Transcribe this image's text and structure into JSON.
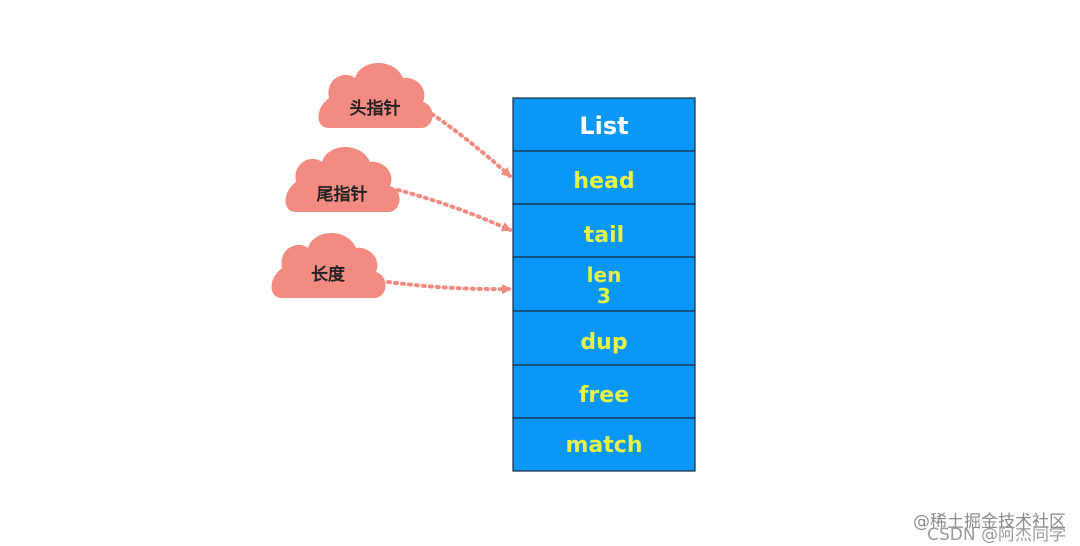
{
  "clouds": [
    {
      "label": "头指针"
    },
    {
      "label": "尾指针"
    },
    {
      "label": "长度"
    }
  ],
  "list": {
    "header": "List",
    "fields": [
      {
        "lines": [
          "head"
        ]
      },
      {
        "lines": [
          "tail"
        ]
      },
      {
        "lines": [
          "len",
          "3"
        ]
      },
      {
        "lines": [
          "dup"
        ]
      },
      {
        "lines": [
          "free"
        ]
      },
      {
        "lines": [
          "match"
        ]
      }
    ]
  },
  "watermark": {
    "top": "@稀土掘金技术社区",
    "bottom": "CSDN @阿杰同学"
  },
  "colors": {
    "cell_fill": "#0a97f7",
    "cell_border": "#1b2a3a",
    "header_text": "#ffffff",
    "field_text": "#e4f24a",
    "cloud_fill": "#f28c82",
    "arrow": "#f28c82"
  }
}
